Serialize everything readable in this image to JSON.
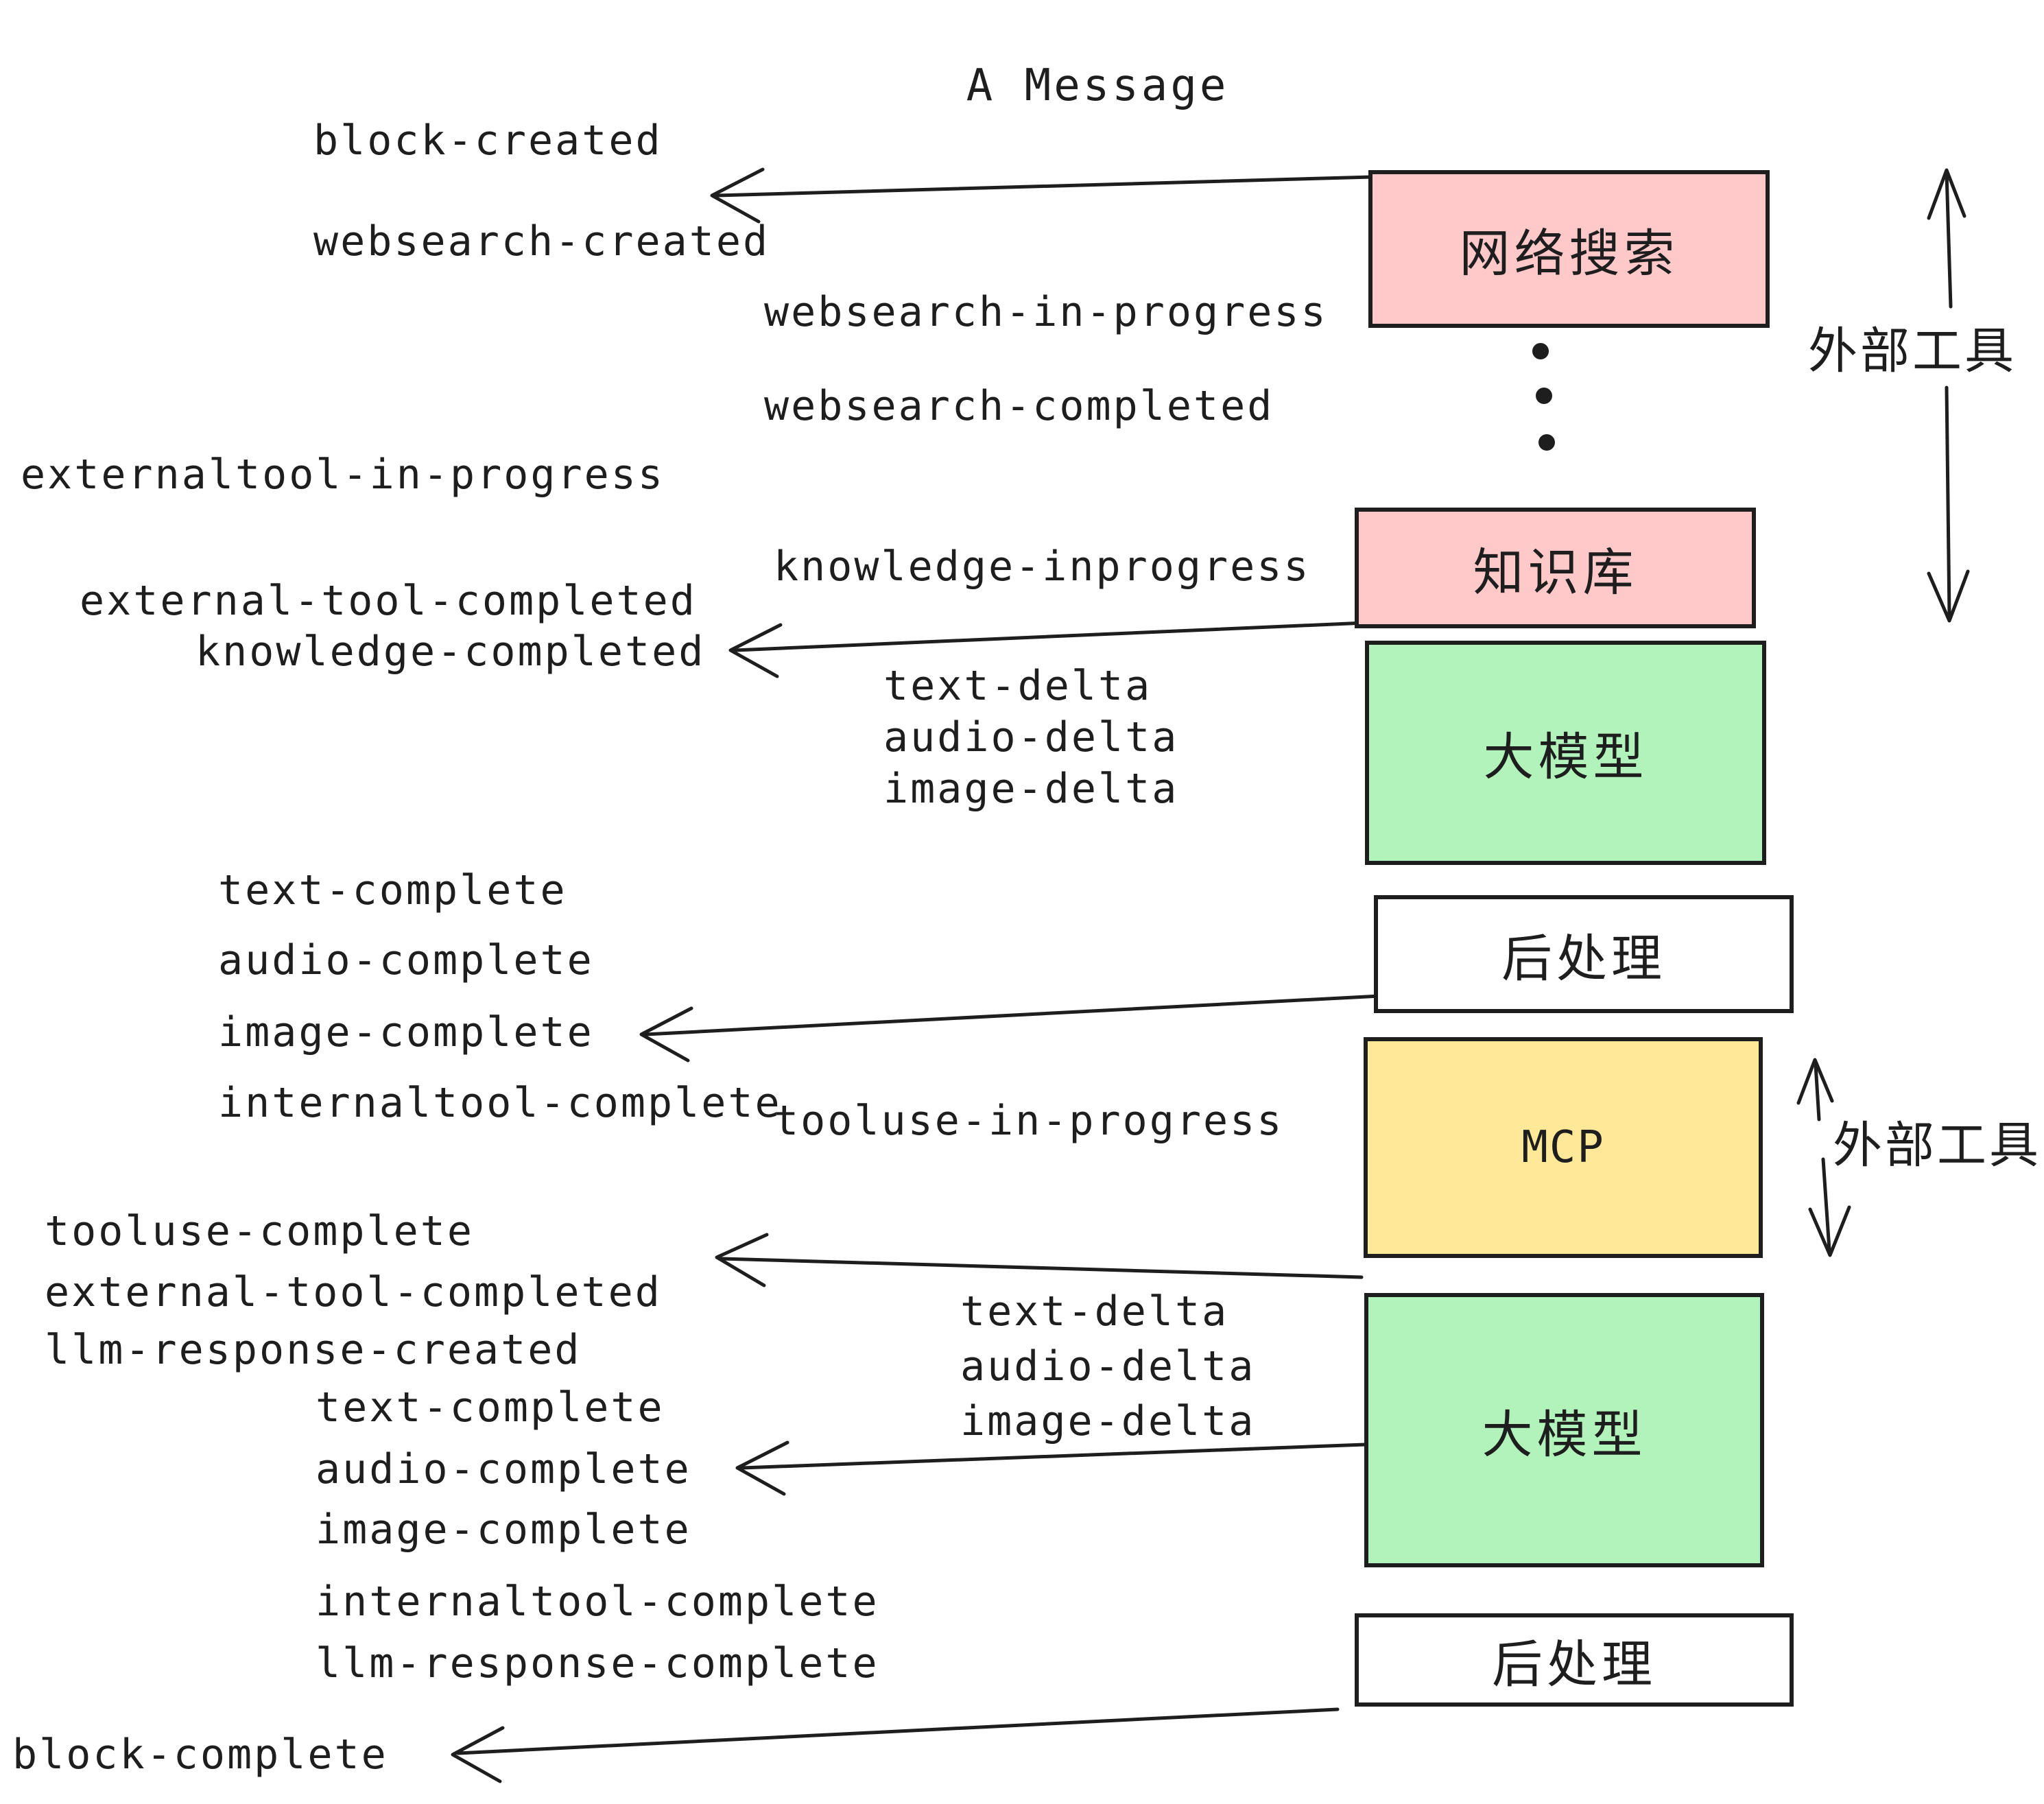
{
  "title": "A Message",
  "colors": {
    "background": "#ffffff",
    "stroke": "#1e1e1e",
    "box_pink": "#ffc9c9",
    "box_green": "#b2f2bb",
    "box_yellow": "#ffe999",
    "box_white": "#ffffff"
  },
  "boxes": {
    "websearch": {
      "label": "网络搜索"
    },
    "knowledge": {
      "label": "知识库"
    },
    "llm_top": {
      "label": "大模型"
    },
    "post_top": {
      "label": "后处理"
    },
    "mcp": {
      "label": "MCP"
    },
    "llm_bottom": {
      "label": "大模型"
    },
    "post_bottom": {
      "label": "后处理"
    }
  },
  "side_labels": {
    "external_tools_top": "外部工具",
    "external_tools_bottom": "外部工具"
  },
  "events": {
    "block_created": "block-created",
    "websearch_created": "websearch-created",
    "websearch_in_progress": "websearch-in-progress",
    "websearch_completed": "websearch-completed",
    "externaltool_in_progress": "externaltool-in-progress",
    "knowledge_inprogress": "knowledge-inprogress",
    "external_tool_completed_1": "external-tool-completed",
    "knowledge_completed": "knowledge-completed",
    "text_delta_1": "text-delta",
    "audio_delta_1": "audio-delta",
    "image_delta_1": "image-delta",
    "text_complete_1": "text-complete",
    "audio_complete_1": "audio-complete",
    "image_complete_1": "image-complete",
    "internaltool_complete_1": "internaltool-complete",
    "tooluse_in_progress": "tooluse-in-progress",
    "tooluse_complete": "tooluse-complete",
    "external_tool_completed_2": "external-tool-completed",
    "llm_response_created": "llm-response-created",
    "text_complete_2": "text-complete",
    "audio_complete_2": "audio-complete",
    "image_complete_2": "image-complete",
    "internaltool_complete_2": "internaltool-complete",
    "llm_response_complete": "llm-response-complete",
    "text_delta_2": "text-delta",
    "audio_delta_2": "audio-delta",
    "image_delta_2": "image-delta",
    "block_complete": "block-complete"
  }
}
